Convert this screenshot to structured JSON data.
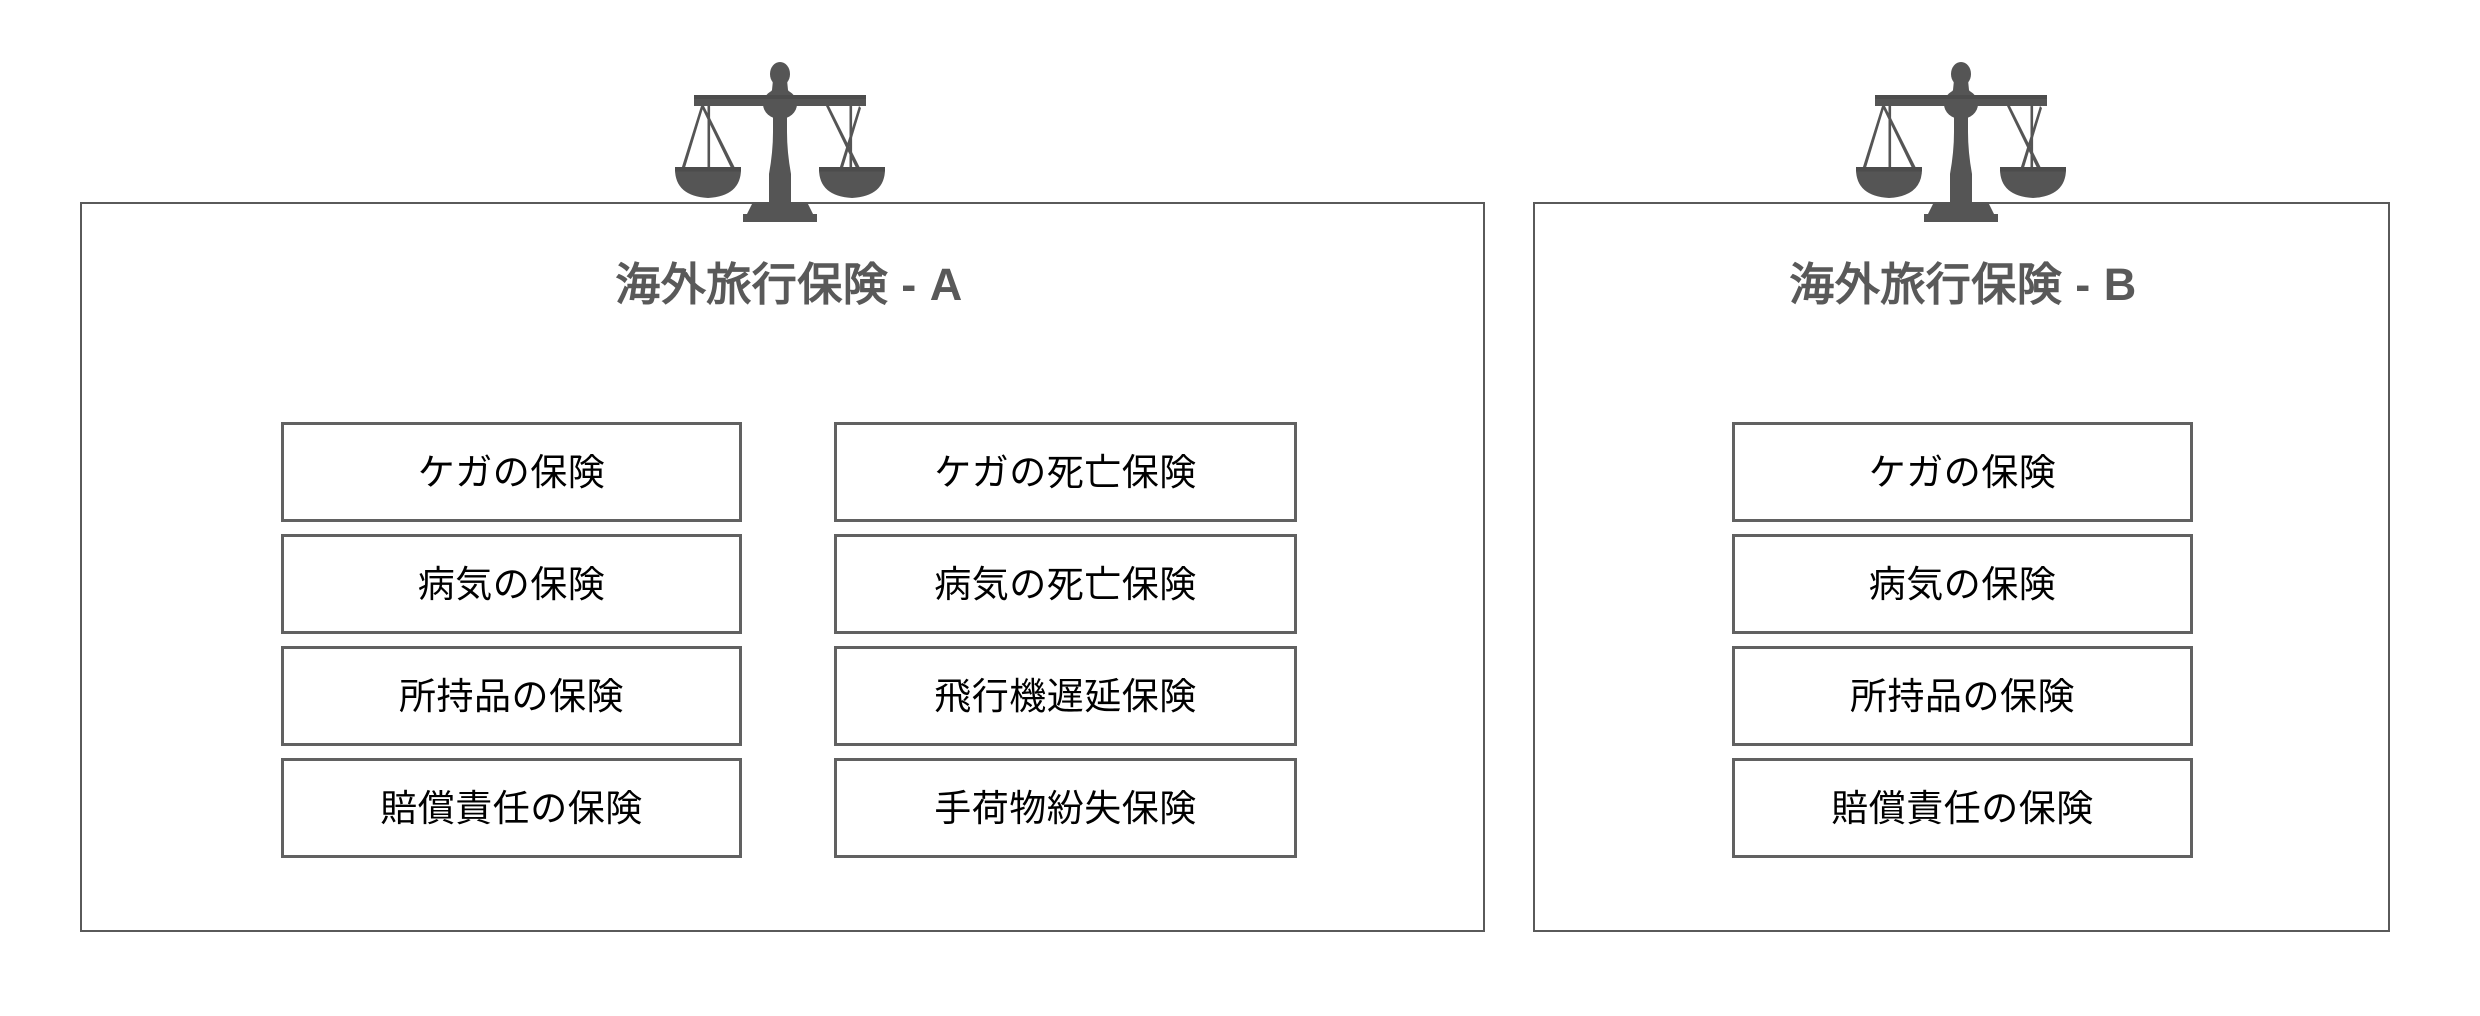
{
  "document": {
    "background_color": "#ffffff",
    "frame_color": "#5a5a5a",
    "title_color": "#595959",
    "box_border_color": "#616161",
    "box_text_color": "#000000",
    "icon_color": "#555555"
  },
  "panels": [
    {
      "id": "a",
      "icon_name": "balance-scale-icon",
      "title": "海外旅行保険 - A",
      "columns": [
        {
          "items": [
            {
              "label": "ケガの保険"
            },
            {
              "label": "病気の保険"
            },
            {
              "label": "所持品の保険"
            },
            {
              "label": "賠償責任の保険"
            }
          ]
        },
        {
          "items": [
            {
              "label": "ケガの死亡保険"
            },
            {
              "label": "病気の死亡保険"
            },
            {
              "label": "飛行機遅延保険"
            },
            {
              "label": "手荷物紛失保険"
            }
          ]
        }
      ]
    },
    {
      "id": "b",
      "icon_name": "balance-scale-icon",
      "title": "海外旅行保険 - B",
      "columns": [
        {
          "items": [
            {
              "label": "ケガの保険"
            },
            {
              "label": "病気の保険"
            },
            {
              "label": "所持品の保険"
            },
            {
              "label": "賠償責任の保険"
            }
          ]
        }
      ]
    }
  ]
}
